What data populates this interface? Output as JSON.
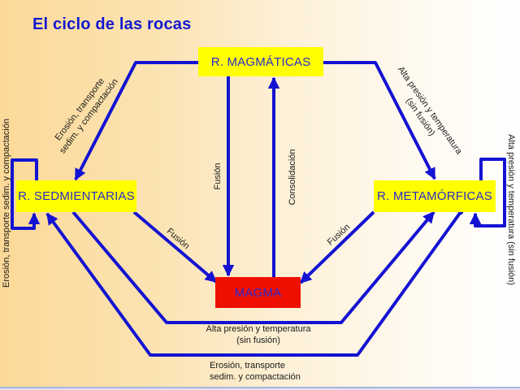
{
  "slide": {
    "title": "El ciclo de las rocas"
  },
  "nodes": {
    "magmaticas": "R. MAGMÁTICAS",
    "sedimentarias": "R. SEDMIENTARIAS",
    "metamorficas": "R. METAMÓRFICAS",
    "magma": "MAGMA"
  },
  "labels": {
    "erosion_diag": {
      "line1": "Erosión, transporte",
      "line2": "sedim. y compactación"
    },
    "alta_diag": {
      "line1": "Alta presión y temperatura",
      "line2": "(sin fusión)"
    },
    "fusion_center": "Fusión",
    "consolidacion": "Consolidación",
    "fusion_left": "Fusión",
    "fusion_right": "Fusión",
    "alta_bottom": {
      "line1": "Alta presión y temperatura",
      "line2": "(sin fusión)"
    },
    "erosion_bottom": {
      "line1": "Erosión, transporte",
      "line2": "sedim. y compactación"
    },
    "erosion_left_vertical": "Erosión, transporte sedim. y compactación",
    "alta_right_vertical": "Alta presión y temperatura (sin fusión)"
  },
  "colors": {
    "arrow": "#1412d2",
    "node_fill": "#ffff00",
    "magma_fill": "#ee0f00",
    "node_text": "#2a2ad0",
    "title_text": "#1218cf",
    "bg_left": "#fcd998",
    "bg_right": "#ffffff"
  }
}
